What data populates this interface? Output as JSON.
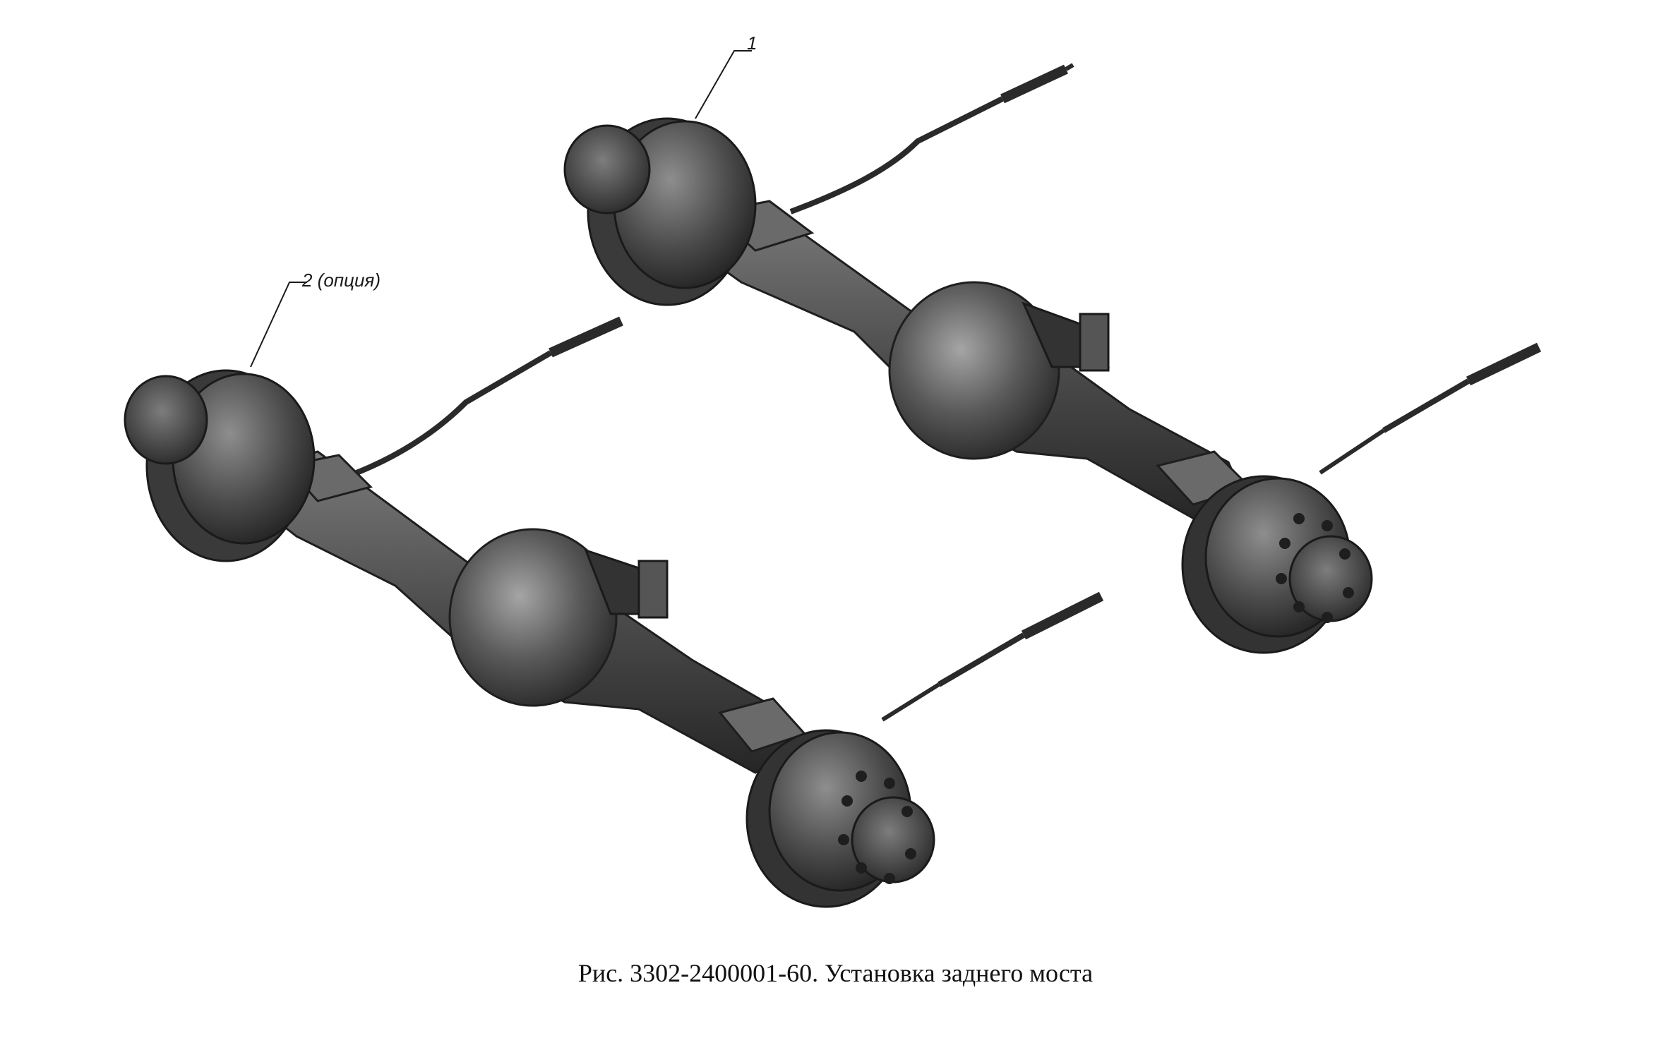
{
  "figure": {
    "callouts": [
      {
        "label": "1"
      },
      {
        "label": "2 (опция)"
      }
    ],
    "caption": "Рис. 3302-2400001-60. Установка заднего моста"
  },
  "colors": {
    "background": "#ffffff",
    "metal_dark": "#2b2b2b",
    "metal_mid": "#4a4a4a",
    "metal_light": "#8a8a8a",
    "text": "#111111"
  }
}
